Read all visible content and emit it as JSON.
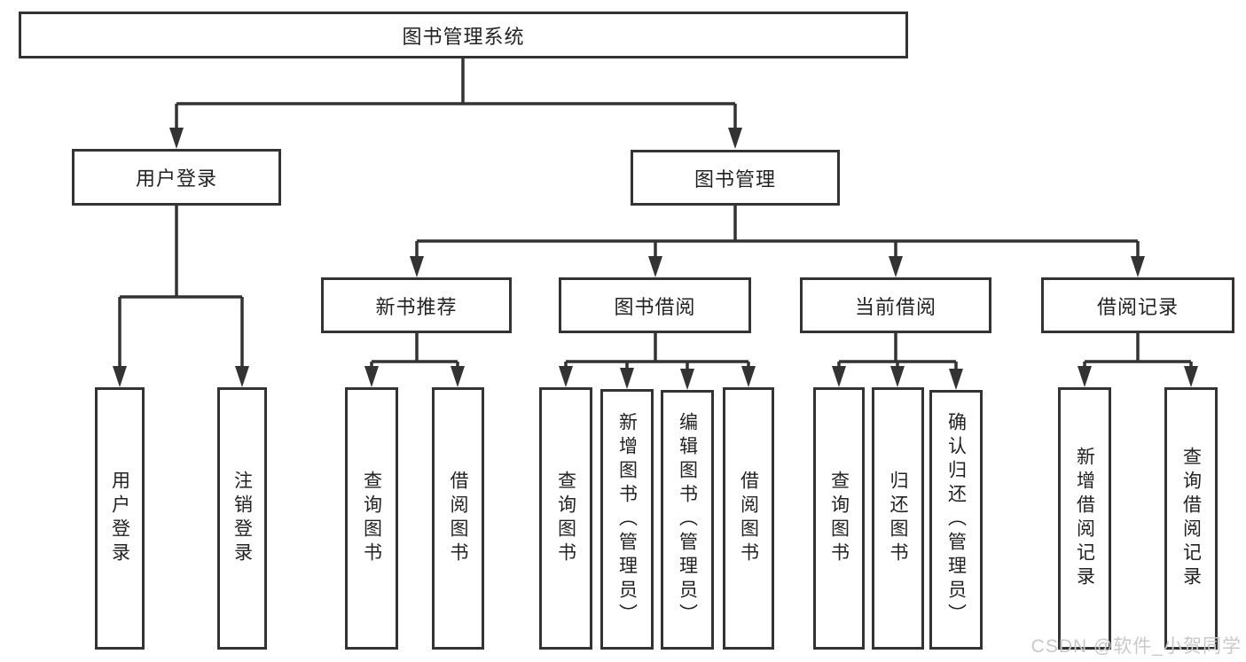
{
  "diagram_title": "图书管理系统",
  "tree": {
    "label": "图书管理系统",
    "children": [
      {
        "label": "用户登录",
        "children": [
          {
            "label": "用户登录"
          },
          {
            "label": "注销登录"
          }
        ]
      },
      {
        "label": "图书管理",
        "children": [
          {
            "label": "新书推荐",
            "children": [
              {
                "label": "查询图书"
              },
              {
                "label": "借阅图书"
              }
            ]
          },
          {
            "label": "图书借阅",
            "children": [
              {
                "label": "查询图书"
              },
              {
                "label": "新增图书（管理员）"
              },
              {
                "label": "编辑图书（管理员）"
              },
              {
                "label": "借阅图书"
              }
            ]
          },
          {
            "label": "当前借阅",
            "children": [
              {
                "label": "查询图书"
              },
              {
                "label": "归还图书"
              },
              {
                "label": "确认归还（管理员）"
              }
            ]
          },
          {
            "label": "借阅记录",
            "children": [
              {
                "label": "新增借阅记录"
              },
              {
                "label": "查询借阅记录"
              }
            ]
          }
        ]
      }
    ]
  },
  "watermark": {
    "text": "CSDN @软件_小贺同学"
  },
  "colors": {
    "line": "#333333",
    "box_border": "#333333",
    "box_fill": "#ffffff",
    "text": "#222222",
    "watermark": "#c9c9c9",
    "background": "#ffffff"
  }
}
